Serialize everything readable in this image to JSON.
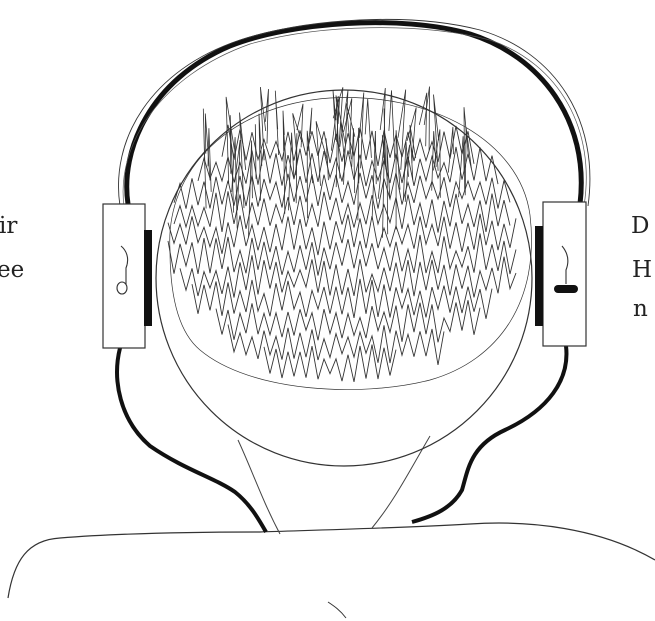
{
  "left_caption": {
    "lines": [
      "ir",
      "ee"
    ]
  },
  "right_caption": {
    "lines": [
      "D",
      "H",
      "n"
    ]
  },
  "colors": {
    "ink": "#111111",
    "thin_line": "#333333",
    "background": "#ffffff"
  },
  "icons": {
    "left_ear_glyph": "note-glyph-outline",
    "right_ear_glyph": "note-glyph-filled"
  }
}
